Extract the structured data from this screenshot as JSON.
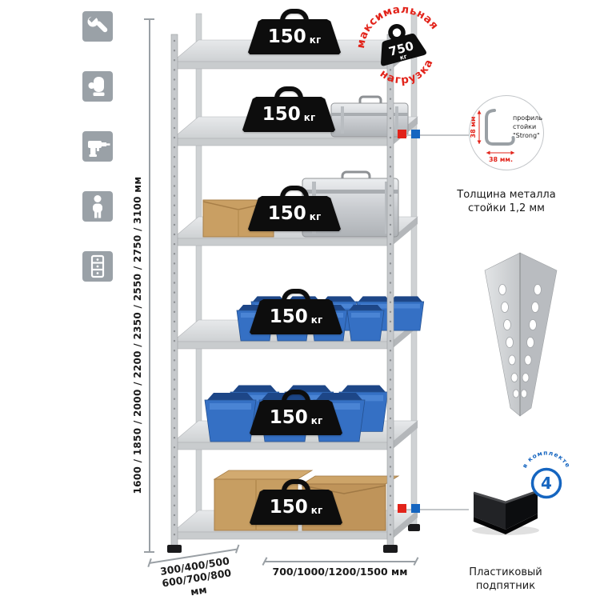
{
  "product": {
    "type": "metal-shelving-rack"
  },
  "left_icons": [
    {
      "name": "wrench-icon"
    },
    {
      "name": "gloves-icon"
    },
    {
      "name": "drill-icon"
    },
    {
      "name": "person-icon"
    },
    {
      "name": "rack-icon"
    }
  ],
  "dimensions": {
    "height_label": "1600 / 1850 / 2000 / 2200 / 2350 / 2550 / 2750 / 3100 мм",
    "depth_line1": "300/400/500",
    "depth_line2": "600/700/800 мм",
    "width_label": "700/1000/1200/1500 мм"
  },
  "shelf_badge": {
    "value": "150",
    "unit": "кг",
    "count": 6
  },
  "max_load_stamp": {
    "arc_top": "максимальная",
    "arc_bottom": "нагрузка",
    "value": "750",
    "unit": "кг"
  },
  "profile_callout": {
    "text_lines": [
      "профиль",
      "стойки",
      "\"Strong\""
    ],
    "dim_vertical": "38 мм",
    "dim_horizontal": "38 мм.",
    "caption_line1": "Толщина металла",
    "caption_line2": "стойки 1,2 мм"
  },
  "foot_callout": {
    "badge_value": "4",
    "badge_ring_text": "в комплекте",
    "caption_line1": "Пластиковый",
    "caption_line2": "подпятник"
  },
  "colors": {
    "accent_red": "#e2231a",
    "accent_blue": "#1565c0",
    "icon_gray": "#9aa1a7",
    "metal_light": "#dcdee0",
    "weight_black": "#0d0d0d",
    "bin_blue": "#3570c4",
    "box_tan": "#c99f63"
  }
}
